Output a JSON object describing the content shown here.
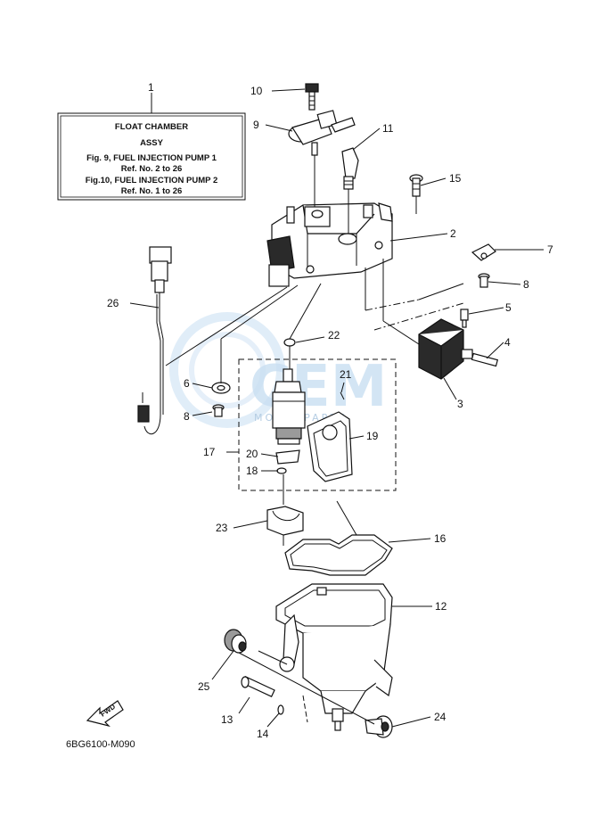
{
  "info_box": {
    "title": "FLOAT CHAMBER",
    "subtitle": "ASSY",
    "line1": "Fig.  9, FUEL INJECTION PUMP 1",
    "line2": "Ref. No. 2 to 26",
    "line3": "Fig.10, FUEL INJECTION PUMP 2",
    "line4": "Ref. No. 1 to 26"
  },
  "watermark": {
    "brand": "CEM",
    "tagline": "MOTORPARTS"
  },
  "fwd_label": "FWD",
  "diagram_code": "6BG6100-M090",
  "callouts": {
    "c1": "1",
    "c2": "2",
    "c3": "3",
    "c4": "4",
    "c5": "5",
    "c6": "6",
    "c7": "7",
    "c8a": "8",
    "c8b": "8",
    "c9": "9",
    "c10": "10",
    "c11": "11",
    "c12": "12",
    "c13": "13",
    "c14": "14",
    "c15": "15",
    "c16": "16",
    "c17": "17",
    "c18": "18",
    "c19": "19",
    "c20": "20",
    "c21": "21",
    "c22": "22",
    "c23": "23",
    "c24": "24",
    "c25": "25",
    "c26": "26"
  }
}
